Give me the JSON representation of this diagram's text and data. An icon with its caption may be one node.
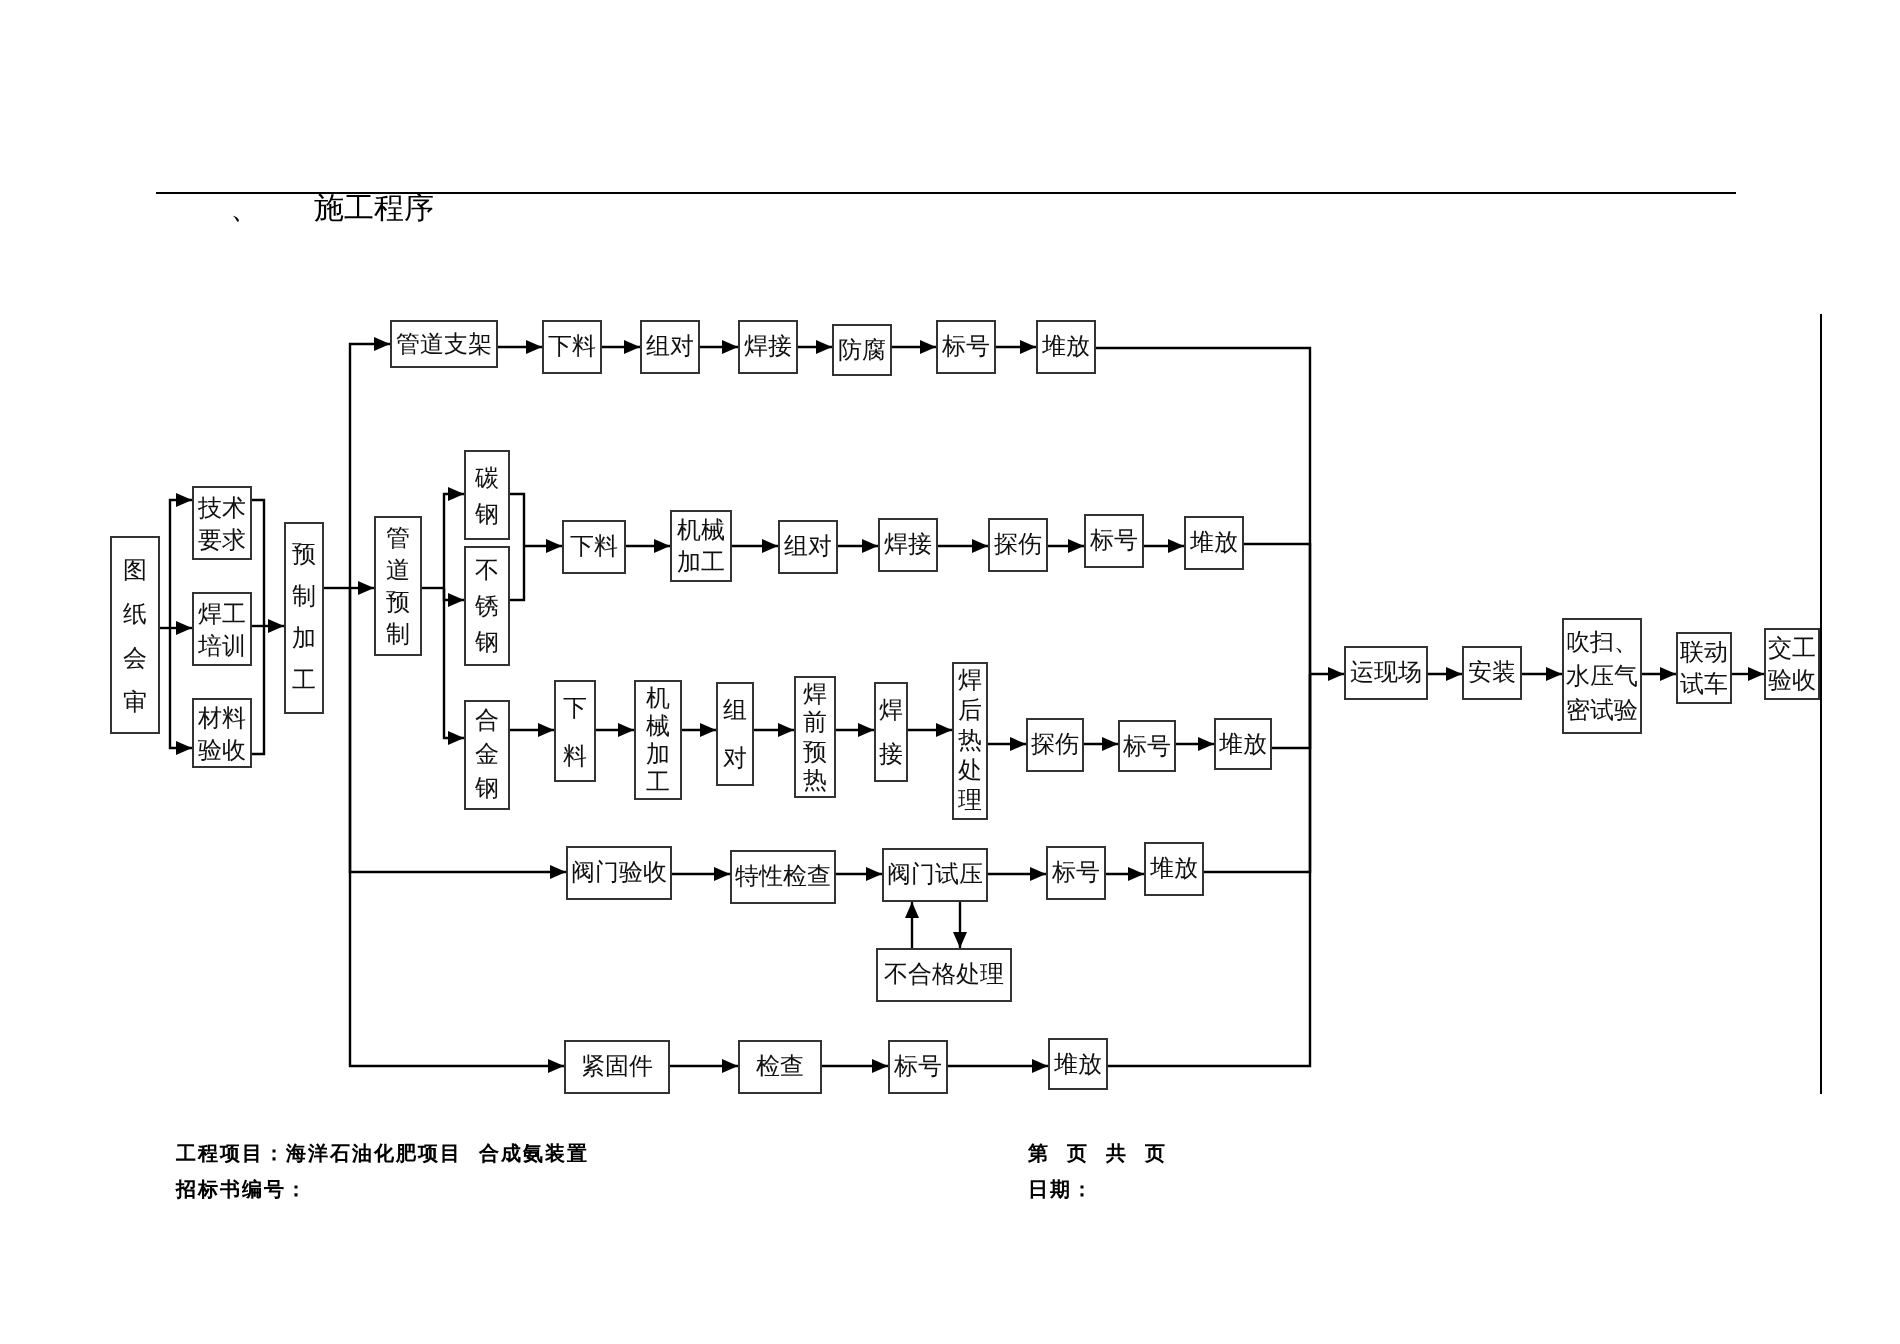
{
  "diagram": {
    "title": "、 施工程序",
    "nodes": [
      {
        "text": [
          "图纸会审"
        ]
      },
      {
        "text": [
          "技术要求"
        ]
      },
      {
        "text": [
          "焊工培训"
        ]
      },
      {
        "text": [
          "材料验收"
        ]
      },
      {
        "text": [
          "预制加工"
        ]
      },
      {
        "text": [
          "管道支架"
        ]
      },
      {
        "text": [
          "下料"
        ]
      },
      {
        "text": [
          "组对"
        ]
      },
      {
        "text": [
          "焊接"
        ]
      },
      {
        "text": [
          "防腐"
        ]
      },
      {
        "text": [
          "标号"
        ]
      },
      {
        "text": [
          "堆放"
        ]
      },
      {
        "text": [
          "管道预制"
        ]
      },
      {
        "text": [
          "碳钢"
        ]
      },
      {
        "text": [
          "不锈钢"
        ]
      },
      {
        "text": [
          "合金钢"
        ]
      },
      {
        "text": [
          "下料"
        ]
      },
      {
        "text": [
          "机械加工"
        ]
      },
      {
        "text": [
          "组对"
        ]
      },
      {
        "text": [
          "焊接"
        ]
      },
      {
        "text": [
          "探伤"
        ]
      },
      {
        "text": [
          "标号"
        ]
      },
      {
        "text": [
          "堆放"
        ]
      },
      {
        "text": [
          "下料"
        ]
      },
      {
        "text": [
          "机械加工"
        ]
      },
      {
        "text": [
          "组对"
        ]
      },
      {
        "text": [
          "焊前预热"
        ]
      },
      {
        "text": [
          "焊接"
        ]
      },
      {
        "text": [
          "焊后热处理"
        ]
      },
      {
        "text": [
          "探伤"
        ]
      },
      {
        "text": [
          "标号"
        ]
      },
      {
        "text": [
          "堆放"
        ]
      },
      {
        "text": [
          "阀门验收"
        ]
      },
      {
        "text": [
          "特性检查"
        ]
      },
      {
        "text": [
          "阀门试压"
        ]
      },
      {
        "text": [
          "标号"
        ]
      },
      {
        "text": [
          "堆放"
        ]
      },
      {
        "text": [
          "不合格处理"
        ]
      },
      {
        "text": [
          "紧固件"
        ]
      },
      {
        "text": [
          "检查"
        ]
      },
      {
        "text": [
          "标号"
        ]
      },
      {
        "text": [
          "堆放"
        ]
      },
      {
        "text": [
          "运现场"
        ]
      },
      {
        "text": [
          "安装"
        ]
      },
      {
        "text": [
          "吹扫、水压气密试验"
        ]
      },
      {
        "text": [
          "联动试车"
        ]
      },
      {
        "text": [
          "交工验收"
        ]
      }
    ],
    "edges": [
      {
        "from": 0,
        "to": 1,
        "arrow": "to"
      },
      {
        "from": 0,
        "to": 2,
        "arrow": "to"
      },
      {
        "from": 0,
        "to": 3,
        "arrow": "to"
      },
      {
        "from": 1,
        "to": 4,
        "arrow": "to"
      },
      {
        "from": 2,
        "to": 4,
        "arrow": "to"
      },
      {
        "from": 3,
        "to": 4,
        "arrow": "to"
      },
      {
        "from": 4,
        "to": 5,
        "arrow": "to"
      },
      {
        "from": 4,
        "to": 12,
        "arrow": "to"
      },
      {
        "from": 4,
        "to": 32,
        "arrow": "to"
      },
      {
        "from": 4,
        "to": 38,
        "arrow": "to"
      },
      {
        "from": 5,
        "to": 6,
        "arrow": "to"
      },
      {
        "from": 6,
        "to": 7,
        "arrow": "to"
      },
      {
        "from": 7,
        "to": 8,
        "arrow": "to"
      },
      {
        "from": 8,
        "to": 9,
        "arrow": "to"
      },
      {
        "from": 9,
        "to": 10,
        "arrow": "to"
      },
      {
        "from": 10,
        "to": 11,
        "arrow": "to"
      },
      {
        "from": 11,
        "to": 42,
        "arrow": "to"
      },
      {
        "from": 12,
        "to": 13,
        "arrow": "to"
      },
      {
        "from": 12,
        "to": 14,
        "arrow": "to"
      },
      {
        "from": 12,
        "to": 15,
        "arrow": "to"
      },
      {
        "from": 13,
        "to": 16,
        "arrow": "to"
      },
      {
        "from": 14,
        "to": 16,
        "arrow": "to"
      },
      {
        "from": 16,
        "to": 17,
        "arrow": "to"
      },
      {
        "from": 17,
        "to": 18,
        "arrow": "to"
      },
      {
        "from": 18,
        "to": 19,
        "arrow": "to"
      },
      {
        "from": 19,
        "to": 20,
        "arrow": "to"
      },
      {
        "from": 20,
        "to": 21,
        "arrow": "to"
      },
      {
        "from": 21,
        "to": 22,
        "arrow": "to"
      },
      {
        "from": 22,
        "to": 42,
        "arrow": "to"
      },
      {
        "from": 15,
        "to": 23,
        "arrow": "to"
      },
      {
        "from": 23,
        "to": 24,
        "arrow": "to"
      },
      {
        "from": 24,
        "to": 25,
        "arrow": "to"
      },
      {
        "from": 25,
        "to": 26,
        "arrow": "to"
      },
      {
        "from": 26,
        "to": 27,
        "arrow": "to"
      },
      {
        "from": 27,
        "to": 28,
        "arrow": "to"
      },
      {
        "from": 28,
        "to": 29,
        "arrow": "to"
      },
      {
        "from": 29,
        "to": 30,
        "arrow": "to"
      },
      {
        "from": 30,
        "to": 31,
        "arrow": "to"
      },
      {
        "from": 31,
        "to": 42,
        "arrow": "to"
      },
      {
        "from": 32,
        "to": 33,
        "arrow": "to"
      },
      {
        "from": 33,
        "to": 34,
        "arrow": "to"
      },
      {
        "from": 34,
        "to": 35,
        "arrow": "to"
      },
      {
        "from": 35,
        "to": 36,
        "arrow": "to"
      },
      {
        "from": 36,
        "to": 42,
        "arrow": "to"
      },
      {
        "from": 34,
        "to": 37,
        "arrow": "to"
      },
      {
        "from": 37,
        "to": 34,
        "arrow": "to"
      },
      {
        "from": 38,
        "to": 39,
        "arrow": "to"
      },
      {
        "from": 39,
        "to": 40,
        "arrow": "to"
      },
      {
        "from": 40,
        "to": 41,
        "arrow": "to"
      },
      {
        "from": 41,
        "to": 42,
        "arrow": "to"
      },
      {
        "from": 42,
        "to": 43,
        "arrow": "to"
      },
      {
        "from": 43,
        "to": 44,
        "arrow": "to"
      },
      {
        "from": 44,
        "to": 45,
        "arrow": "to"
      },
      {
        "from": 45,
        "to": 46,
        "arrow": "to"
      }
    ],
    "labels": [
      "工程项目：海洋石油化肥项目 合成氨装置",
      "第 页 共 页",
      "招标书编号：",
      "日期："
    ]
  }
}
